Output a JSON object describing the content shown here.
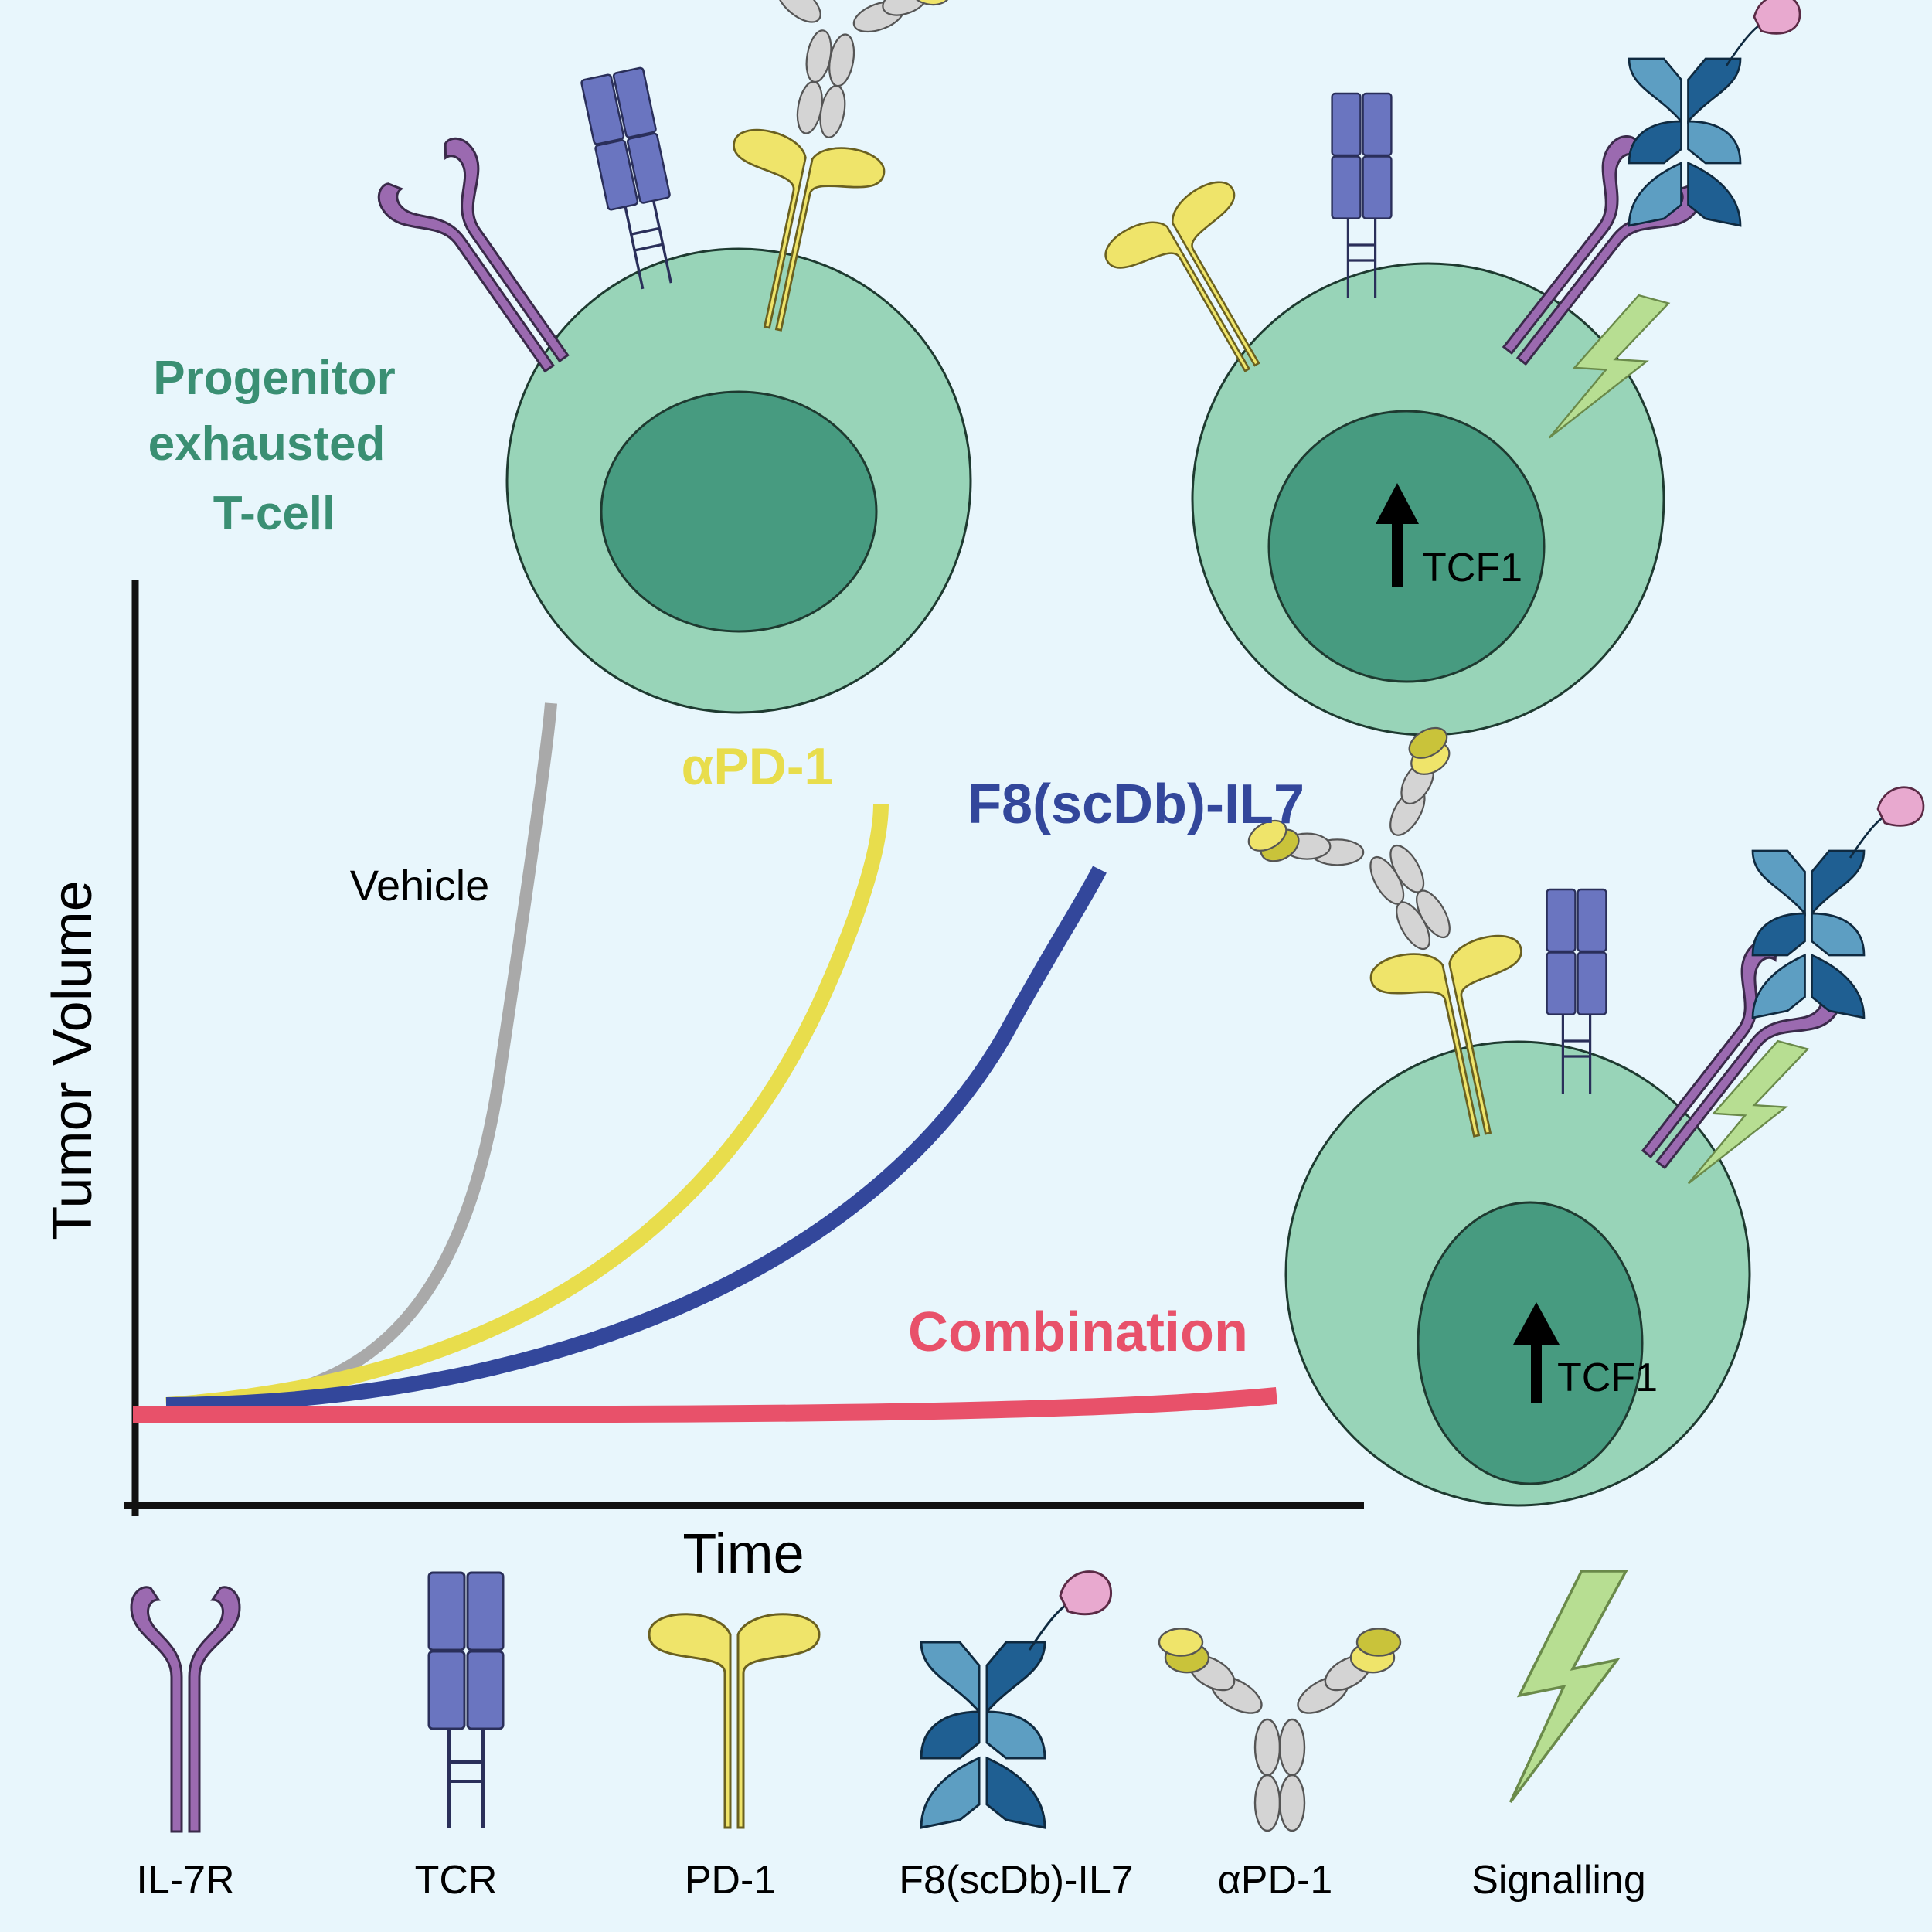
{
  "labels": {
    "progenitor_line1": "Progenitor",
    "progenitor_line2": "exhausted",
    "progenitor_line3": "T-cell",
    "tcf1_top": "TCF1",
    "tcf1_bottom": "TCF1",
    "y_axis": "Tumor Volume",
    "x_axis": "Time"
  },
  "curve_labels": {
    "vehicle": "Vehicle",
    "apd1": "αPD-1",
    "f8": "F8(scDb)-IL7",
    "combination": "Combination"
  },
  "legend": {
    "il7r": "IL-7R",
    "tcr": "TCR",
    "pd1": "PD-1",
    "f8": "F8(scDb)-IL7",
    "apd1": "αPD-1",
    "signalling": "Signalling"
  },
  "colors": {
    "background": "#e8f6fc",
    "cell_outer": "#98d4b8",
    "cell_nucleus": "#479b80",
    "progenitor_text": "#3a8f73",
    "vehicle": "#a9a9a9",
    "apd1": "#e8dd4c",
    "f8": "#33479b",
    "combination": "#e8516a",
    "il7r": "#9b6ab0",
    "tcr": "#6a75c0",
    "pd1": "#efe46a",
    "il7": "#e8a9cf",
    "f8_dark": "#1f5f92",
    "f8_light": "#5d9ec2",
    "antibody_grey": "#d4d4d4",
    "signal": "#b7de92"
  }
}
